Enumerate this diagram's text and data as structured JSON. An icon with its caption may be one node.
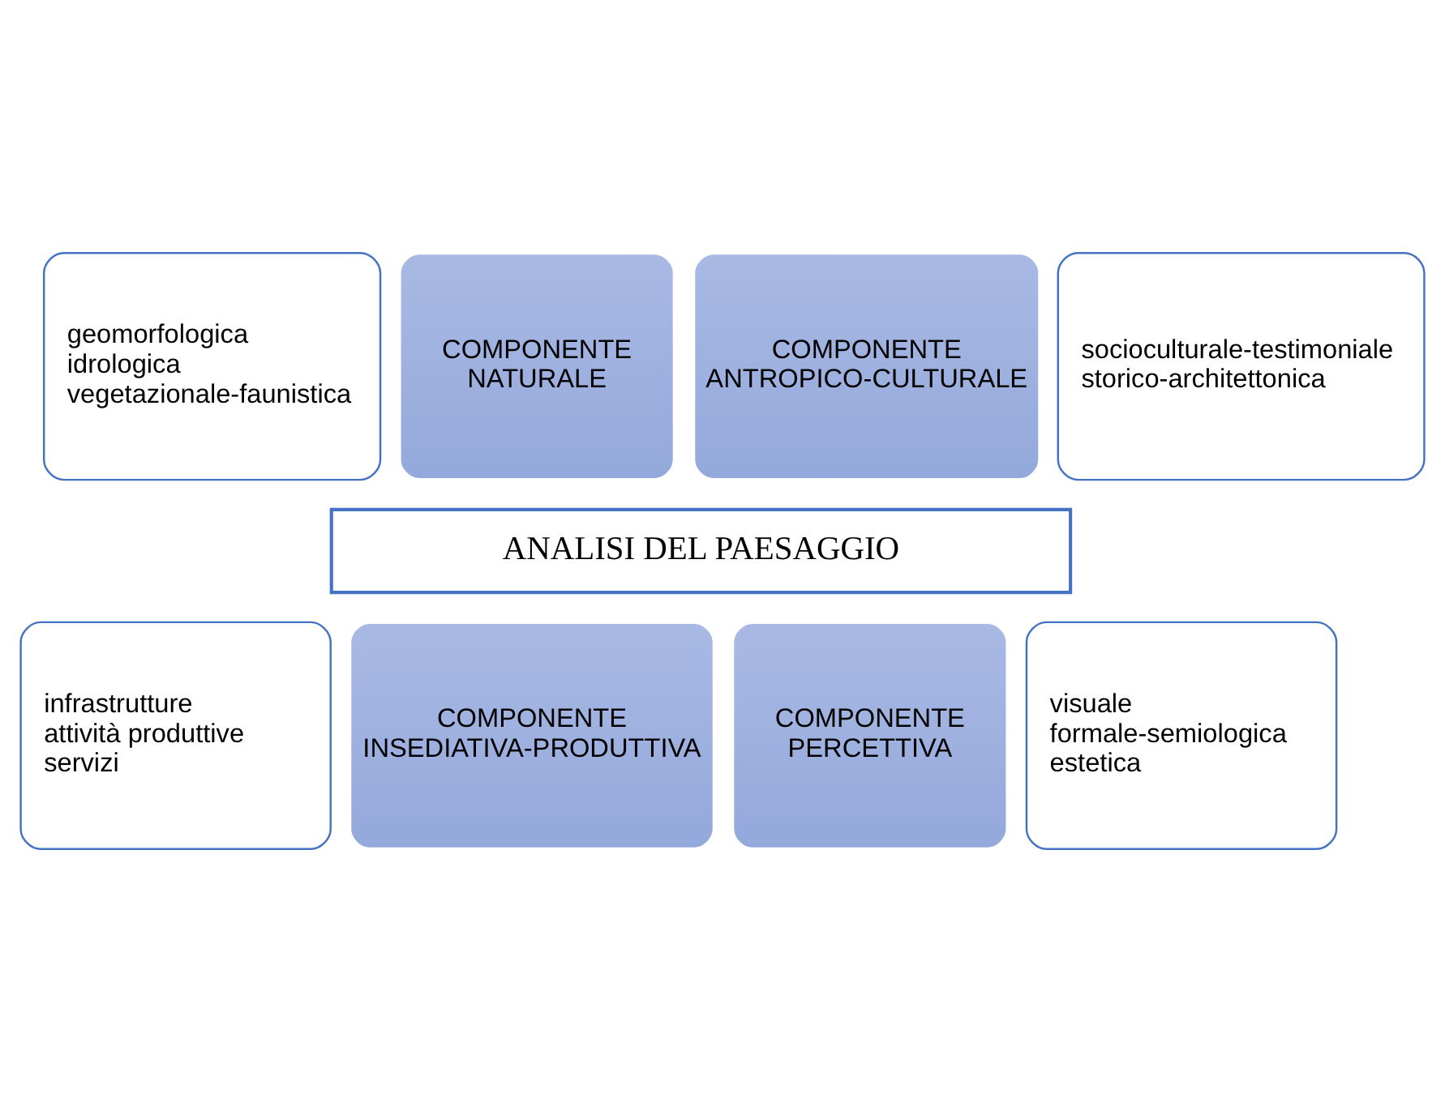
{
  "diagram": {
    "nodes": [
      {
        "text": [
          "geomorfologica",
          "idrologica",
          "vegetazionale-faunistica"
        ]
      },
      {
        "text": [
          "COMPONENTE NATURALE"
        ]
      },
      {
        "text": [
          "COMPONENTE ANTROPICO-CULTURALE"
        ]
      },
      {
        "text": [
          "socioculturale-testimoniale",
          "storico-architettonica"
        ]
      },
      {
        "text": [
          "ANALISI DEL PAESAGGIO"
        ]
      },
      {
        "text": [
          "infrastrutture",
          "attività produttive",
          "servizi"
        ]
      },
      {
        "text": [
          "COMPONENTE INSEDIATIVA-PRODUTTIVA"
        ]
      },
      {
        "text": [
          "COMPONENTE PERCETTIVA"
        ]
      },
      {
        "text": [
          "visuale",
          "formale-semiologica",
          "estetica"
        ]
      }
    ]
  }
}
